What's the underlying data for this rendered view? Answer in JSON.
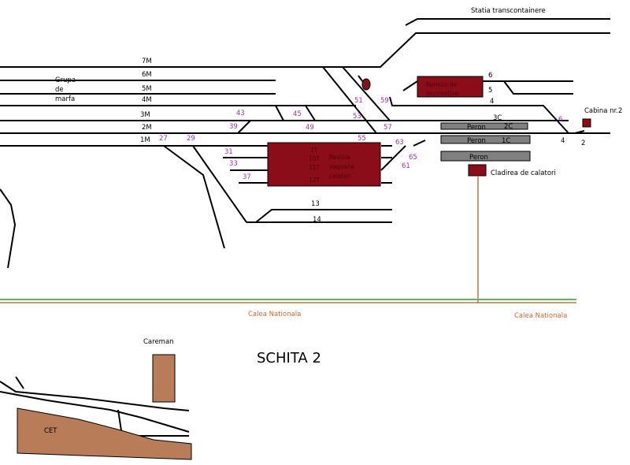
{
  "colors": {
    "track": "#000000",
    "building_red": "#8b0d1a",
    "platform_gray": "#808080",
    "switch_label": "#9b30b0",
    "road_green": "#5cb85c",
    "road_orange": "#c8703a",
    "brown": "#b87c58"
  },
  "labels": {
    "container_station": "Statia transcontainere",
    "freight_group": [
      "Grupa",
      "de",
      "marfa"
    ],
    "loco_depot": [
      "Remiza de",
      "locomotive"
    ],
    "wagon_revision": [
      "Revizia",
      "vagoane",
      "calatori"
    ],
    "cabin": "Cabina nr.2",
    "passenger_building": "Cladirea de calatori",
    "platform": "Peron",
    "national_road": "Calea Nationala",
    "careman": "Careman",
    "cet": "CET",
    "sketch_title": "SCHITA 2"
  },
  "tracks": {
    "mainline": [
      "7M",
      "6M",
      "5M",
      "4M",
      "3M",
      "2M",
      "1M"
    ],
    "revision": [
      "1T",
      "10T",
      "11T",
      "12T"
    ],
    "right": [
      "6",
      "5",
      "4",
      "3C",
      "2C",
      "1C",
      "4",
      "2"
    ],
    "yard": [
      "13",
      "14"
    ]
  },
  "switches": [
    "27",
    "29",
    "31",
    "33",
    "37",
    "39",
    "43",
    "45",
    "49",
    "51",
    "53",
    "55",
    "57",
    "59",
    "61",
    "63",
    "65",
    "6"
  ]
}
